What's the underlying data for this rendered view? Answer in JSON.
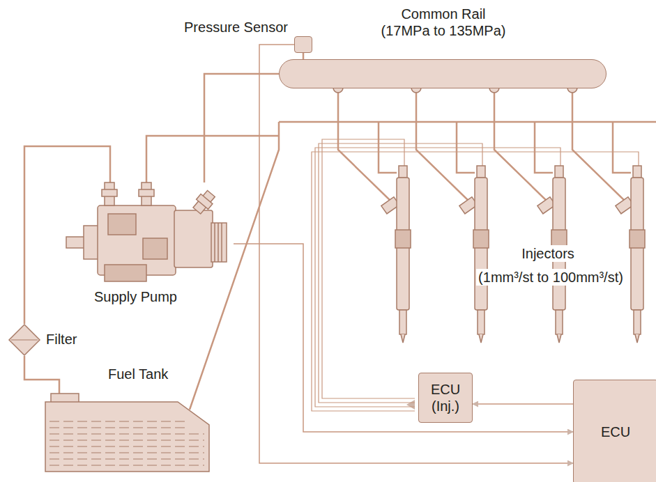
{
  "diagram": {
    "nodes": [
      {
        "text": [
          "Pressure Sensor"
        ]
      },
      {
        "text": [
          "Common Rail (17MPa to 135MPa)"
        ]
      },
      {
        "text": [
          "Supply Pump"
        ]
      },
      {
        "text": [
          "Filter"
        ]
      },
      {
        "text": [
          "Fuel Tank"
        ]
      },
      {
        "text": [
          "ECU (Inj.)"
        ]
      },
      {
        "text": [
          "ECU"
        ]
      }
    ],
    "edges": [
      {
        "from": 4,
        "to": 3,
        "arrow": "none"
      },
      {
        "from": 3,
        "to": 2,
        "arrow": "none"
      },
      {
        "from": 2,
        "to": 1,
        "arrow": "none"
      },
      {
        "from": 0,
        "to": 6,
        "arrow": "to"
      },
      {
        "from": 2,
        "to": 6,
        "arrow": "to"
      },
      {
        "from": 6,
        "to": 5,
        "arrow": "to"
      }
    ],
    "labels": [
      "Injectors",
      "(1mm³/st to 100mm³/st)"
    ]
  }
}
